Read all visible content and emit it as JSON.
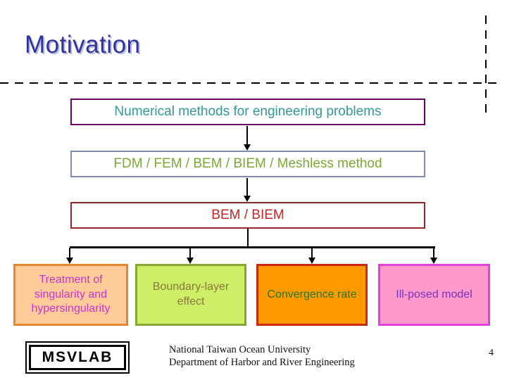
{
  "slide": {
    "title": "Motivation",
    "page_number": "4"
  },
  "flow": {
    "level1": "Numerical methods for engineering problems",
    "level2": "FDM / FEM / BEM / BIEM / Meshless method",
    "level3": "BEM / BIEM",
    "leaves": [
      {
        "label": "Treatment of singularity and hypersingularity",
        "bg": "#ffcc99",
        "border": "#e8852e",
        "color": "#cc33cc"
      },
      {
        "label": "Boundary-layer effect",
        "bg": "#cdee66",
        "border": "#86a832",
        "color": "#8a7b3b"
      },
      {
        "label": "Convergence rate",
        "bg": "#ff9900",
        "border": "#cc2a10",
        "color": "#1f7a1f"
      },
      {
        "label": "Ill-posed model",
        "bg": "#ff99cc",
        "border": "#e33fd9",
        "color": "#7733bb"
      }
    ]
  },
  "footer": {
    "logo": "MSVLAB",
    "line1": "National Taiwan Ocean University",
    "line2": "Department of Harbor and River Engineering"
  },
  "colors": {
    "title_text": "#333399",
    "title_shadow": "#b8bcdf",
    "box1_border": "#660066",
    "box1_text": "#339999",
    "box2_border": "#838baa",
    "box2_text": "#7ca933",
    "box3_border": "#97262b",
    "box3_text": "#cc2222",
    "connector": "#000000"
  }
}
